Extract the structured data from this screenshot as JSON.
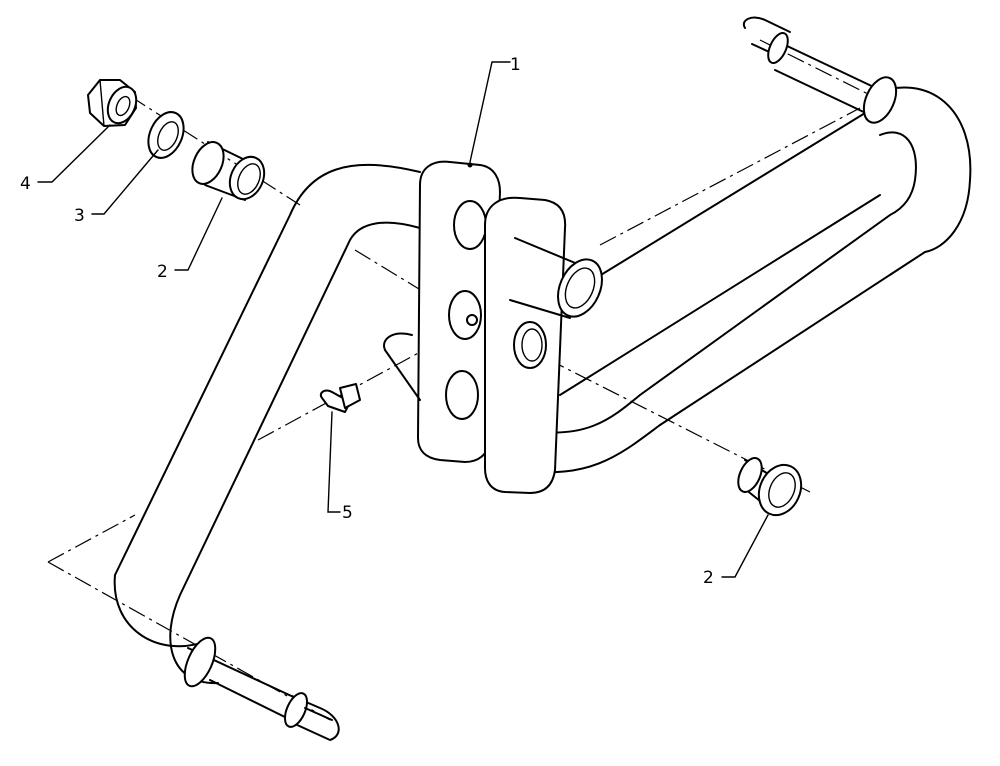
{
  "callouts": [
    {
      "id": "callout-1",
      "text": "1"
    },
    {
      "id": "callout-2-top",
      "text": "2"
    },
    {
      "id": "callout-3",
      "text": "3"
    },
    {
      "id": "callout-4",
      "text": "4"
    },
    {
      "id": "callout-5",
      "text": "5"
    },
    {
      "id": "callout-2-right",
      "text": "2"
    }
  ]
}
